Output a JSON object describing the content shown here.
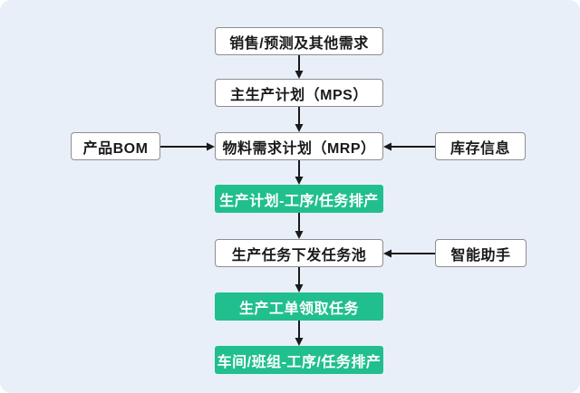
{
  "page": {
    "background": "#ffffff",
    "panel_background": "#e9eff9"
  },
  "flowchart": {
    "colors": {
      "highlight_green": "#21bf8e",
      "box_border": "#8e8e8e",
      "arrow": "#1a1a1a",
      "text_dark": "#1a1a1a",
      "text_light": "#ffffff"
    },
    "nodes": {
      "sales_forecast": {
        "label": "销售/预测及其他需求",
        "type": "plain"
      },
      "mps": {
        "label": "主生产计划（MPS）",
        "type": "plain"
      },
      "product_bom": {
        "label": "产品BOM",
        "type": "plain"
      },
      "mrp": {
        "label": "物料需求计划（MRP）",
        "type": "plain"
      },
      "inventory_info": {
        "label": "库存信息",
        "type": "plain"
      },
      "plan_scheduling": {
        "label": "生产计划-工序/任务排产",
        "type": "green"
      },
      "task_pool": {
        "label": "生产任务下发任务池",
        "type": "plain"
      },
      "smart_assistant": {
        "label": "智能助手",
        "type": "plain"
      },
      "work_order_claim": {
        "label": "生产工单领取任务",
        "type": "green"
      },
      "workshop_scheduling": {
        "label": "车间/班组-工序/任务排产",
        "type": "green"
      }
    }
  }
}
